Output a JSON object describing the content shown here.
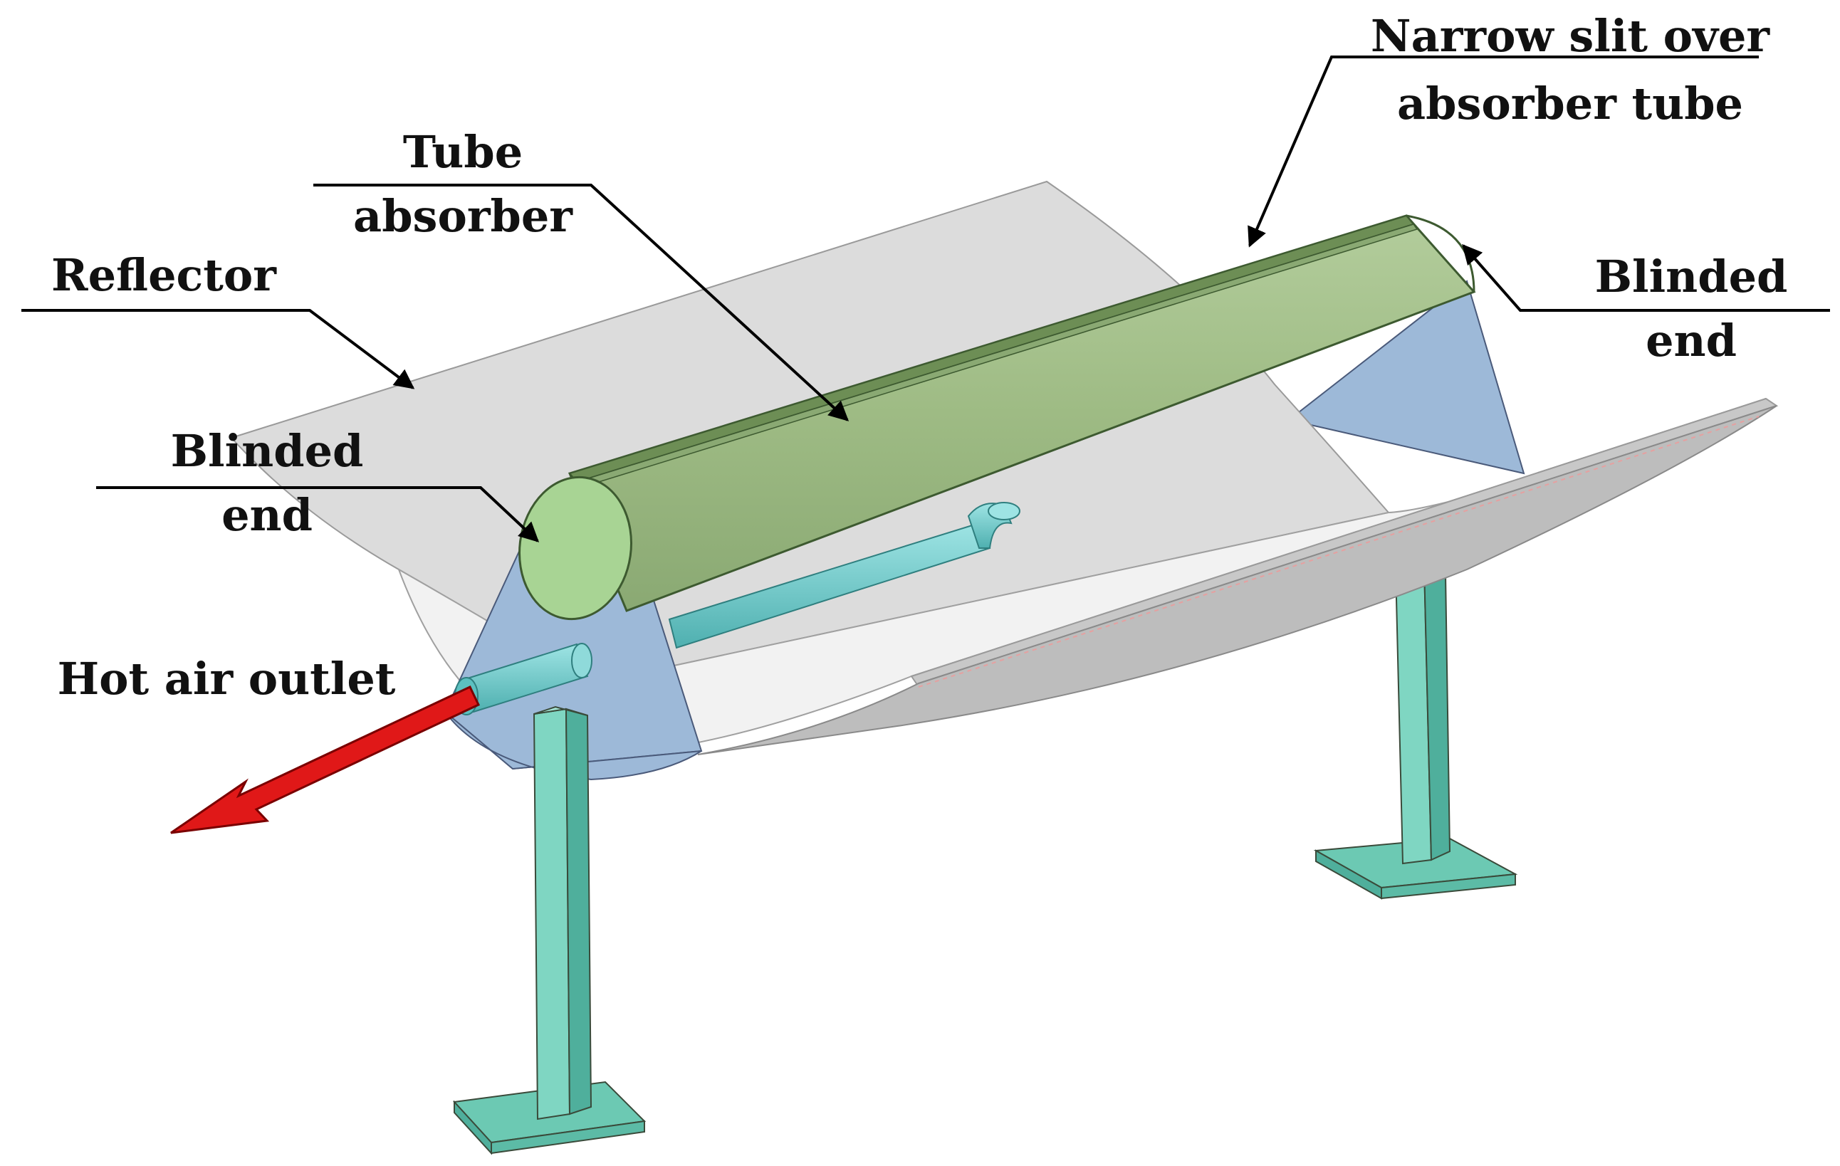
{
  "labels": {
    "narrow_slit_line1": "Narrow slit over",
    "narrow_slit_line2": "absorber tube",
    "tube_line1": "Tube",
    "tube_line2": "absorber",
    "reflector": "Reflector",
    "blinded_right_line1": "Blinded",
    "blinded_right_line2": "end",
    "blinded_left_line1": "Blinded",
    "blinded_left_line2": "end",
    "hot_air_outlet": "Hot air outlet"
  },
  "colors": {
    "reflector_front": "#d9d9d9",
    "reflector_inner": "#f2f2f2",
    "reflector_back": "#dcdcdc",
    "end_plate": "#9db9d8",
    "absorber_tube": "#9ebb84",
    "absorber_top": "#7f9e66",
    "absorber_cap": "#a8d494",
    "air_pipe": "#6fc7c7",
    "leg": "#7fd6c2",
    "leg_dark": "#4faf9c",
    "outlet_arrow": "#e01818"
  }
}
